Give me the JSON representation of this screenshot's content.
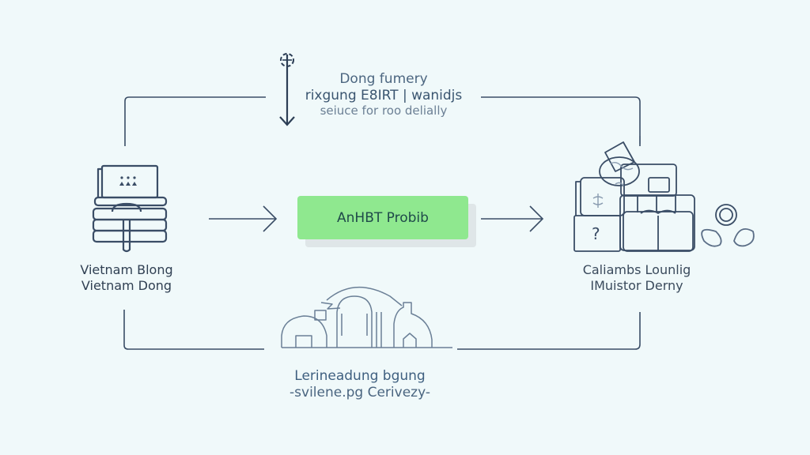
{
  "diagram": {
    "top_node": {
      "lines": [
        "Dong fumery",
        "rixgung E8IRT | wanidjs",
        "seiuce for roo delially"
      ],
      "icon": "down-arrow-with-target-icon"
    },
    "left_node": {
      "lines": [
        "Vietnam Blong",
        "Vietnam Dong"
      ],
      "icon": "laptop-on-cash-stack-icon"
    },
    "center_node": {
      "label": "AnHBT Probib",
      "color": "#8fe88f"
    },
    "right_node": {
      "lines": [
        "Caliambs Lounlig",
        "IMuistor Derny"
      ],
      "icon": "boxes-and-book-cluster-icon"
    },
    "bottom_node": {
      "lines": [
        "Lerineadung bgung",
        "-svilene.pg Cerivezy-"
      ],
      "icon": "building-skyline-icon"
    },
    "connectors": [
      {
        "from": "left_node",
        "to": "center_node",
        "type": "arrow"
      },
      {
        "from": "center_node",
        "to": "right_node",
        "type": "arrow"
      },
      {
        "from": "left_node",
        "to": "top_node",
        "type": "elbow"
      },
      {
        "from": "top_node",
        "to": "right_node",
        "type": "elbow"
      },
      {
        "from": "left_node",
        "to": "bottom_node",
        "type": "elbow"
      },
      {
        "from": "bottom_node",
        "to": "right_node",
        "type": "elbow"
      }
    ],
    "colors": {
      "background": "#f0f9fa",
      "stroke": "#3a4d66",
      "text": "#2f4560"
    }
  }
}
